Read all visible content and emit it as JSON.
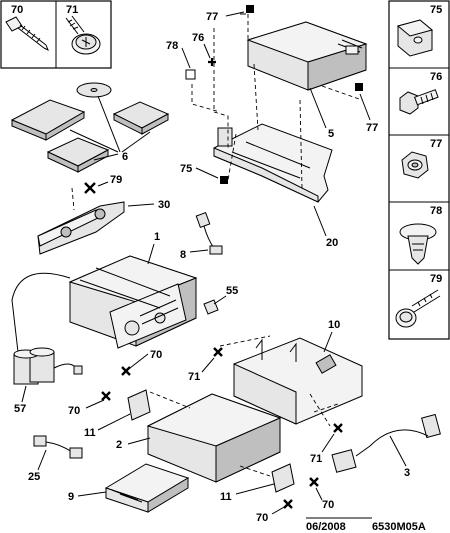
{
  "diagram": {
    "callouts": {
      "c70_top": "70",
      "c71_top": "71",
      "c75_right": "75",
      "c76_right": "76",
      "c77_right": "77",
      "c78_right": "78",
      "c79_right": "79",
      "c77_a": "77",
      "c78_a": "78",
      "c76_a": "76",
      "c77_b": "77",
      "c5": "5",
      "c6": "6",
      "c75_a": "75",
      "c79_a": "79",
      "c30": "30",
      "c20": "20",
      "c1": "1",
      "c8": "8",
      "c55": "55",
      "c10": "10",
      "c57": "57",
      "c70_a": "70",
      "c71_a": "71",
      "c70_b": "70",
      "c11_a": "11",
      "c2": "2",
      "c71_b": "71",
      "c3": "3",
      "c25": "25",
      "c9": "9",
      "c11_b": "11",
      "c70_c": "70",
      "c70_d": "70"
    },
    "reference": {
      "date": "06/2008",
      "code": "6530M05A"
    }
  }
}
